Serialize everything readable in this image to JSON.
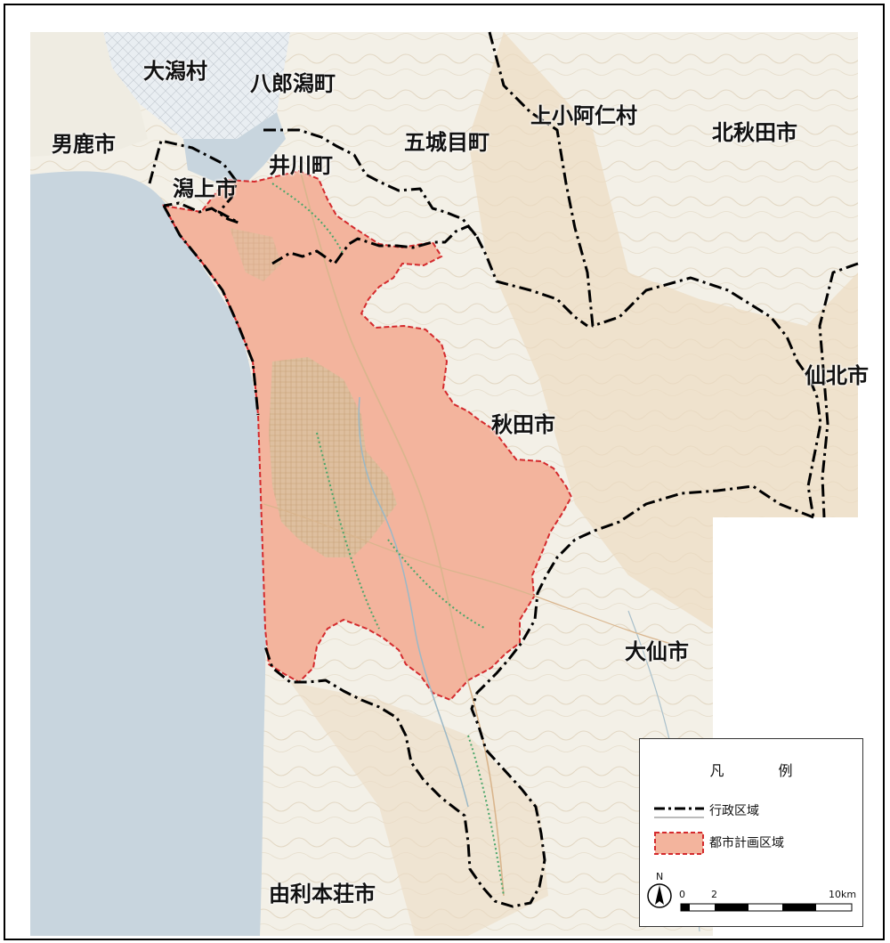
{
  "map": {
    "labels": {
      "ogata": "大潟村",
      "hachirogata": "八郎潟町",
      "oga": "男鹿市",
      "katagami": "潟上市",
      "ikawa": "井川町",
      "gojome": "五城目町",
      "kamikoani": "上小阿仁村",
      "kitaakita": "北秋田市",
      "senboku": "仙北市",
      "akita": "秋田市",
      "daisen": "大仙市",
      "yurihonjo": "由利本荘市"
    },
    "colors": {
      "sea": "#c9d6df",
      "land": "#f2efe6",
      "mountain": "#e9d7bd",
      "urban": "#e8dec8",
      "planning_area_fill": "#f4b39c",
      "planning_area_border": "#d9262b",
      "admin_border": "#000000"
    }
  },
  "legend": {
    "title": "凡 例",
    "admin_boundary": "行政区域",
    "planning_area": "都市計画区域"
  },
  "scale": {
    "north": "N",
    "tick_0": "0",
    "tick_2": "2",
    "tick_10": "10km"
  }
}
